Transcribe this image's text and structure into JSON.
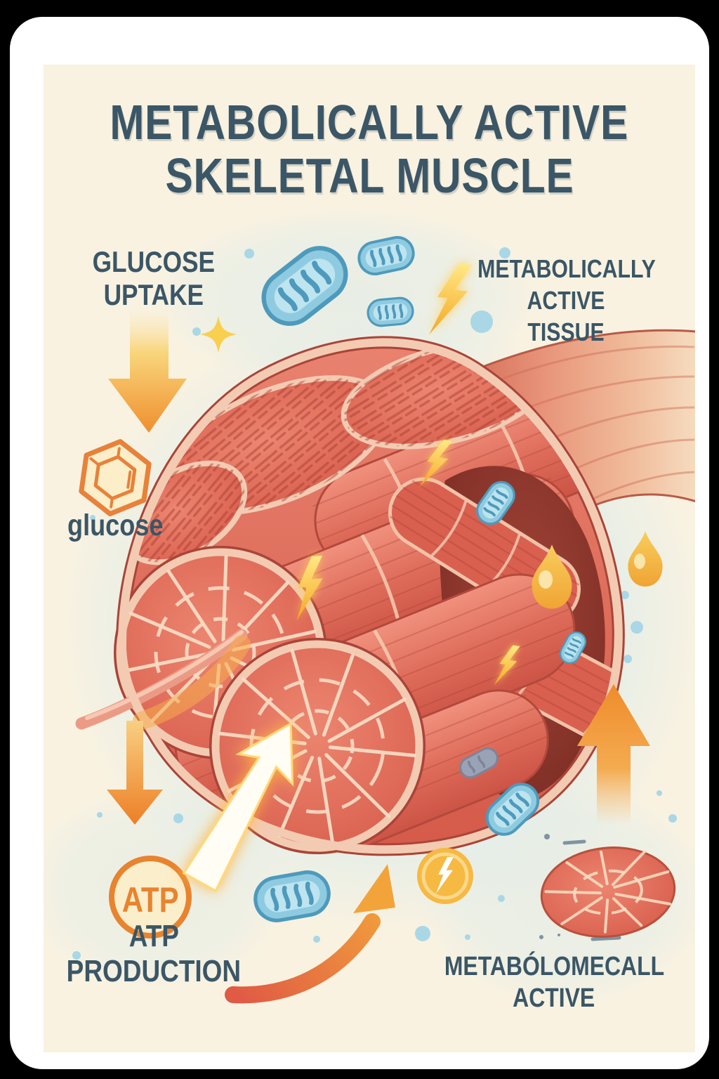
{
  "frame": {
    "outer_bg": "#000000",
    "card_bg": "#ffffff",
    "content_bg": "#f9f2e1"
  },
  "title": {
    "line1": "METABOLICALLY ACTIVE",
    "line2": "SKELETAL MUSCLE",
    "color": "#3b5666"
  },
  "labels": {
    "glucose_uptake": {
      "line1": "GLUCOSE",
      "line2": "UPTAKE"
    },
    "metabolically_active_tissue": {
      "line1": "METABOLICALLY",
      "line2": "ACTIVE",
      "line3": "TISSUE"
    },
    "glucose_molecule": {
      "text": "glucose"
    },
    "atp_badge": {
      "text": "ATP"
    },
    "atp_production": {
      "line1": "ATP",
      "line2": "PRODUCTION"
    },
    "bottom_right_caption": {
      "line1": "METABÓLOMECALL",
      "line2": "ACTIVE"
    }
  },
  "icons": [
    {
      "name": "glucose-uptake-down-arrow",
      "shape": "arrow-down",
      "color": "#ef8f2e"
    },
    {
      "name": "sparkle-star",
      "shape": "four-point-star",
      "color": "#f9cf4f"
    },
    {
      "name": "mitochondrion",
      "count": 7,
      "color": "#8fcbe0"
    },
    {
      "name": "lightning-bolt",
      "count": 4,
      "color": "#f7b733"
    },
    {
      "name": "glucose-hexagon",
      "shape": "hexagon-molecule",
      "color": "#e8813a"
    },
    {
      "name": "atp-circle-badge",
      "shape": "circle",
      "color": "#e8832f"
    },
    {
      "name": "atp-production-down-arrow",
      "shape": "arrow-down",
      "color": "#ee8127"
    },
    {
      "name": "glowing-energy-arrow",
      "shape": "arrow-up-right",
      "color": "#ffffff"
    },
    {
      "name": "curved-up-arrow",
      "shape": "curved-arrow",
      "color": "#f2a43b"
    },
    {
      "name": "energy-bolt-circle",
      "shape": "circle-with-bolt",
      "color": "#f6b942"
    },
    {
      "name": "metabolic-up-arrow",
      "shape": "arrow-up",
      "color": "#ee8c2b"
    },
    {
      "name": "lipid-droplet",
      "count": 2,
      "color": "#f0a433"
    },
    {
      "name": "muscle-cross-section-oval",
      "shape": "oval",
      "color": "#e5705a"
    }
  ],
  "illustration": {
    "subject": "cutaway skeletal muscle with fascicles, fibers, tendon, mitochondria",
    "muscle_color": "#df6b59",
    "fascia_color": "#f2cbb2",
    "tendon_color": "#f0bd9c",
    "mitochondria_color": "#8fcbe0",
    "background_wash": "#dceae9",
    "dot_color": "#a9d7e6",
    "bolt_yellow": "#f7b733",
    "droplet_yellow": "#f0a433"
  }
}
